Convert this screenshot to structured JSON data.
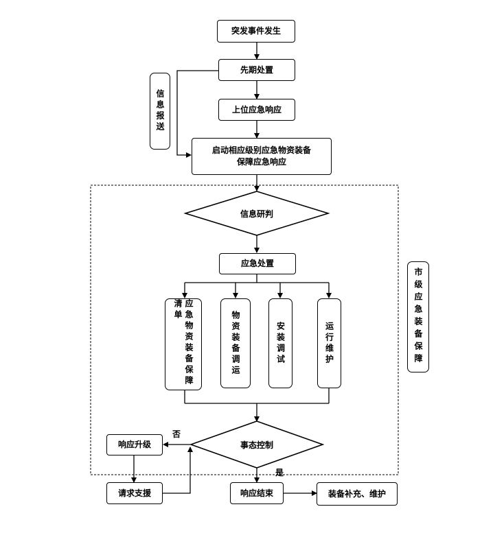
{
  "nodes": {
    "start": "突发事件发生",
    "initial": "先期处置",
    "upper": "上位应急响应",
    "activate": "启动相应级别应急物资装备保障应急响应",
    "research": "信息研判",
    "handling": "应急处置",
    "list": "应急物资装备保障清单",
    "transport": "物资装备调运",
    "install": "安装调试",
    "operate": "运行维护",
    "control": "事态控制",
    "upgrade": "响应升级",
    "support": "请求支援",
    "end": "响应结束",
    "replenish": "装备补充、维护"
  },
  "side_labels": {
    "report": "信息报送",
    "city": "市级应急装备保障"
  },
  "edge_labels": {
    "no": "否",
    "yes": "是"
  }
}
